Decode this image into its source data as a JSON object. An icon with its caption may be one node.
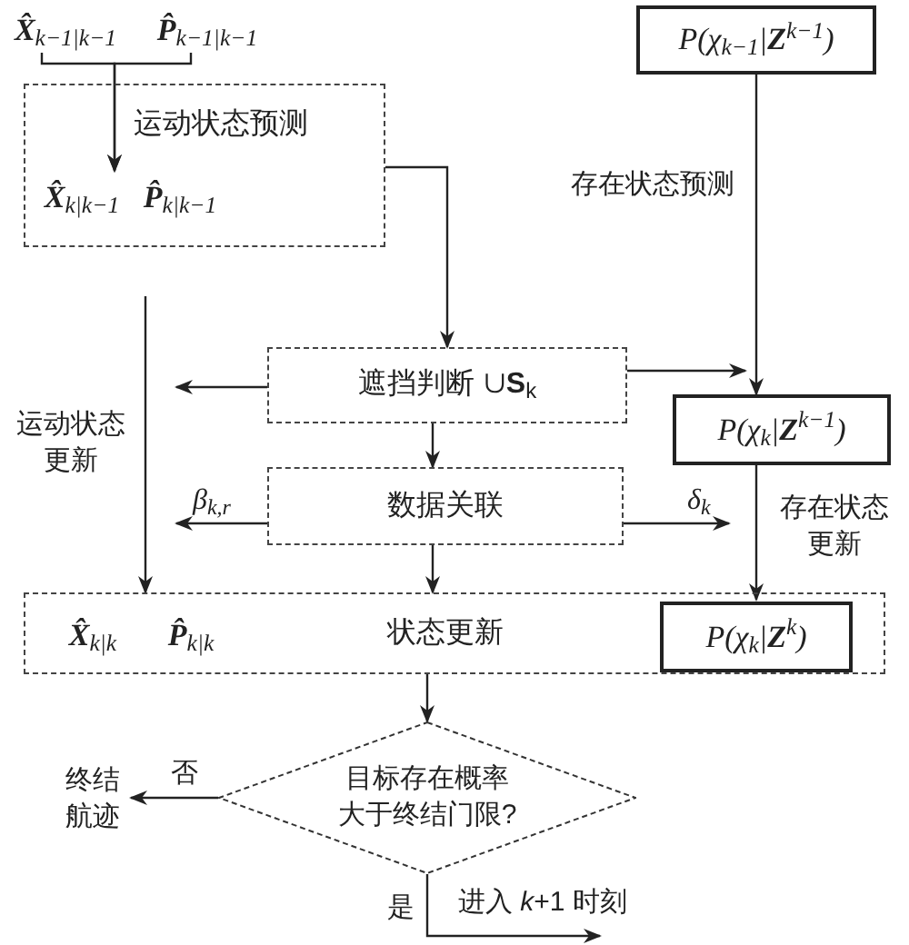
{
  "diagram": {
    "nodes": [
      {
        "text": [
          "**X̂**$_{k−1|k−1}$"
        ]
      },
      {
        "text": [
          "**P̂**$_{k−1|k−1}$"
        ]
      },
      {
        "text": [
          "运动状态预测"
        ]
      },
      {
        "text": [
          "**X̂**$_{k|k−1}$"
        ],
        "in": 2
      },
      {
        "text": [
          "**P̂**$_{k|k−1}$"
        ],
        "in": 2
      },
      {
        "text": [
          "P(χ$_{k−1}$|**Z**$^{k−1}$)"
        ]
      },
      {
        "text": [
          "遮挡判断 ∪**S**$_{k}$"
        ]
      },
      {
        "text": [
          "P(χ$_{k}$|**Z**$^{k−1}$)"
        ]
      },
      {
        "text": [
          "数据关联"
        ]
      },
      {
        "text": [
          "状态更新"
        ]
      },
      {
        "text": [
          "**X̂**$_{k|k}$"
        ],
        "in": 9
      },
      {
        "text": [
          "**P̂**$_{k|k}$"
        ],
        "in": 9
      },
      {
        "text": [
          "P(χ$_{k}$|**Z**$^{k}$)"
        ],
        "in": 9
      },
      {
        "text": [
          "目标存在概率大于终结门限?"
        ]
      },
      {
        "text": [
          "终结航迹"
        ]
      },
      {
        "text": [
          "进入 *k*+1 时刻"
        ]
      }
    ],
    "edges": [
      {
        "from": 0,
        "to": 3,
        "arrow": "to"
      },
      {
        "from": 1,
        "to": 3,
        "arrow": "to"
      },
      {
        "from": 2,
        "to": 6,
        "arrow": "to"
      },
      {
        "from": 5,
        "to": 7,
        "arrow": "to"
      },
      {
        "from": 6,
        "to": null,
        "arrow": "to"
      },
      {
        "from": null,
        "to": 9,
        "arrow": "to"
      },
      {
        "from": 6,
        "to": 7,
        "arrow": "to"
      },
      {
        "from": 6,
        "to": 8,
        "arrow": "to"
      },
      {
        "from": 8,
        "to": null,
        "arrow": "to",
        "label": "β$_{k,r}$"
      },
      {
        "from": 8,
        "to": 9,
        "arrow": "to"
      },
      {
        "from": 8,
        "to": null,
        "arrow": "to",
        "label": "δ$_{k}$"
      },
      {
        "from": 7,
        "to": 12,
        "arrow": "to"
      },
      {
        "from": 9,
        "to": 13,
        "arrow": "to"
      },
      {
        "from": 13,
        "to": 14,
        "arrow": "to",
        "label": "否"
      },
      {
        "from": 13,
        "to": 15,
        "arrow": "to",
        "label": "是"
      }
    ],
    "labels": [
      "存在状态预测",
      "运动状态更新",
      "存在状态更新"
    ]
  }
}
